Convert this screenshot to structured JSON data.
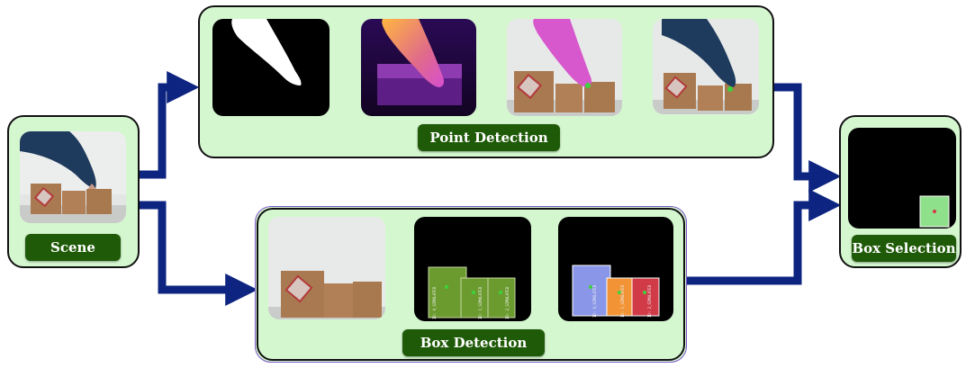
{
  "stages": {
    "scene": {
      "label": "Scene"
    },
    "point_detection": {
      "label": "Point Detection"
    },
    "box_detection": {
      "label": "Box Detection"
    },
    "box_selection": {
      "label": "Box Selection"
    }
  },
  "box_ids": [
    "ID: 0_SIMULATED",
    "ID: 1_SIMULATED",
    "ID: 2_SIMULATED"
  ],
  "colors": {
    "panel_fill": "#d5f7d0",
    "label_fill": "#1f5a08",
    "arrow": "#0d2580",
    "box_green": "#6b9b2e",
    "box_blue": "#8a97e8",
    "box_orange": "#f29436",
    "box_red": "#d13b48",
    "selected_box": "#8fe08a"
  }
}
